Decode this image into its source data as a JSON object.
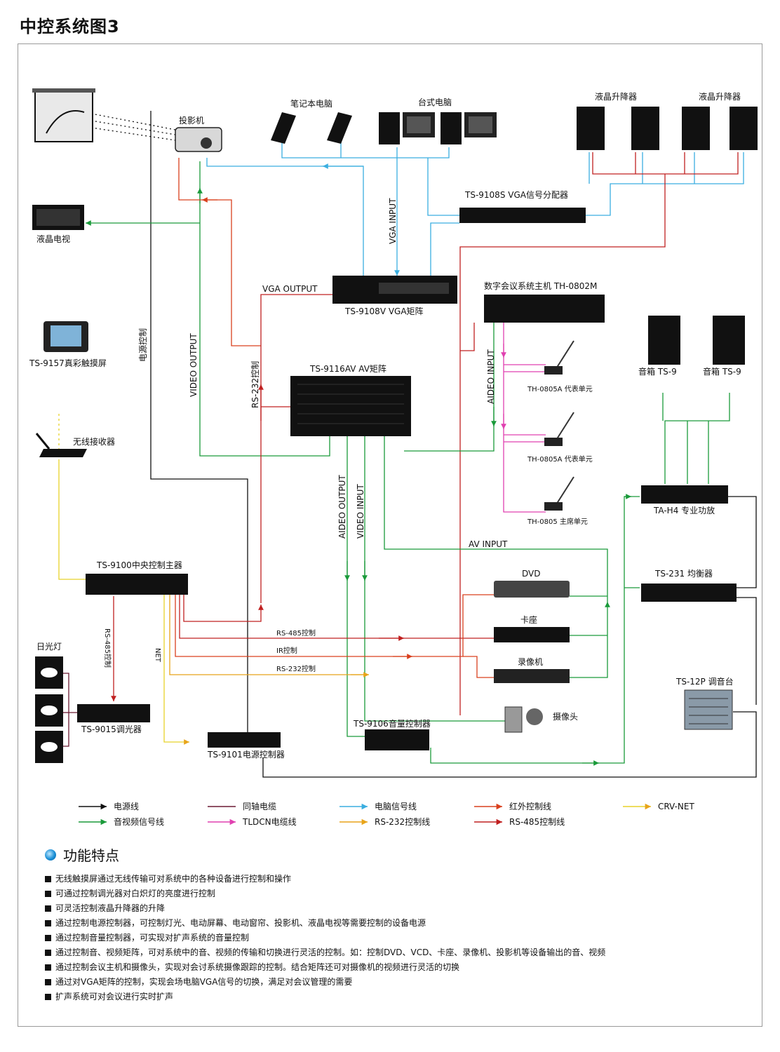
{
  "title": "中控系统图3",
  "devices": {
    "screen": "",
    "projector": "投影机",
    "lcd_tv": "液晶电视",
    "laptop": "笔记本电脑",
    "desktop": "台式电脑",
    "lcd_lift_1": "液晶升降器",
    "lcd_lift_2": "液晶升降器",
    "vga_splitter": "TS-9108S VGA信号分配器",
    "vga_matrix": "TS-9108V VGA矩阵",
    "conference_host": "数字会议系统主机  TH-0802M",
    "touch_screen": "TS-9157真彩触摸屏",
    "av_matrix": "TS-9116AV AV矩阵",
    "delegate_1": "TH-0805A 代表单元",
    "delegate_2": "TH-0805A 代表单元",
    "chairman": "TH-0805 主席单元",
    "speaker_1": "音箱 TS-9",
    "speaker_2": "音箱 TS-9",
    "wireless_receiver": "无线接收器",
    "amplifier": "TA-H4 专业功放",
    "central_controller": "TS-9100中央控制主器",
    "dvd": "DVD",
    "equalizer": "TS-231 均衡器",
    "cassette": "卡座",
    "vcr": "录像机",
    "fluorescent": "日光灯",
    "mixer": "TS-12P 调音台",
    "camera": "摄像头",
    "dimmer": "TS-9015调光器",
    "power_controller": "TS-9101电源控制器",
    "volume_controller": "TS-9106音量控制器"
  },
  "signals": {
    "vga_input": "VGA INPUT",
    "vga_output": "VGA OUTPUT",
    "video_output": "VIDEO OUTPUT",
    "power_control": "电源控制",
    "rs232_control_v": "RS-232控制",
    "aideo_input_right": "AIDEO INPUT",
    "aideo_output": "AIDEO OUTPUT",
    "video_input": "VIDEO INPUT",
    "av_input": "AV INPUT",
    "rs485_control": "RS-485控制",
    "ir_control": "IR控制",
    "rs232_control": "RS-232控制",
    "rs485_control_v": "RS-485控制",
    "net": "NET"
  },
  "legend": [
    {
      "label": "电源线",
      "color": "#111111"
    },
    {
      "label": "同轴电缆",
      "color": "#6b1a33"
    },
    {
      "label": "电脑信号线",
      "color": "#3aaee0"
    },
    {
      "label": "红外控制线",
      "color": "#d9401e"
    },
    {
      "label": "CRV-NET",
      "color": "#e8d22a"
    },
    {
      "label": "音视频信号线",
      "color": "#1a9a3a"
    },
    {
      "label": "TLDCN电缆线",
      "color": "#e040b0"
    },
    {
      "label": "RS-232控制线",
      "color": "#e8a41a"
    },
    {
      "label": "RS-485控制线",
      "color": "#c02020"
    }
  ],
  "features": {
    "heading": "功能特点",
    "items": [
      "无线触摸屏通过无线传输可对系统中的各种设备进行控制和操作",
      "可通过控制调光器对白炽灯的亮度进行控制",
      "可灵活控制液晶升降器的升降",
      "通过控制电源控制器，可控制灯光、电动屏幕、电动窗帘、投影机、液晶电视等需要控制的设备电源",
      "通过控制音量控制器，可实现对扩声系统的音量控制",
      "通过控制音、视频矩阵，可对系统中的音、视频的传输和切换进行灵活的控制。如：控制DVD、VCD、卡座、录像机、投影机等设备输出的音、视频",
      "通过控制会议主机和摄像头，实现对会讨系统摄像跟踪的控制。结合矩阵还可对摄像机的视频进行灵活的切换",
      "通过对VGA矩阵的控制，实现会场电脑VGA信号的切换，满足对会议管理的需要",
      "扩声系统可对会议进行实时扩声"
    ]
  }
}
